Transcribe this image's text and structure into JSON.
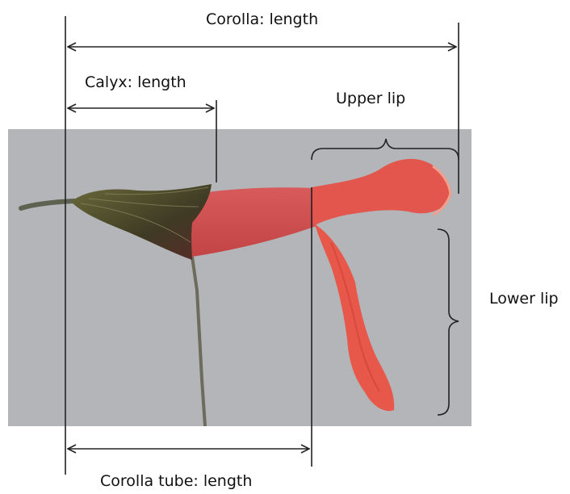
{
  "labels": {
    "corolla_length": "Corolla: length",
    "calyx_length": "Calyx: length",
    "upper_lip": "Upper lip",
    "lower_lip": "Lower lip",
    "corolla_tube_length": "Corolla tube: length"
  },
  "colors": {
    "photo_background": "#b2b4b8",
    "petal": "#e0504a",
    "petal_dark": "#c93a36",
    "calyx": "#4e4a2c",
    "stem": "#6b6a5a",
    "line": "#222222"
  }
}
